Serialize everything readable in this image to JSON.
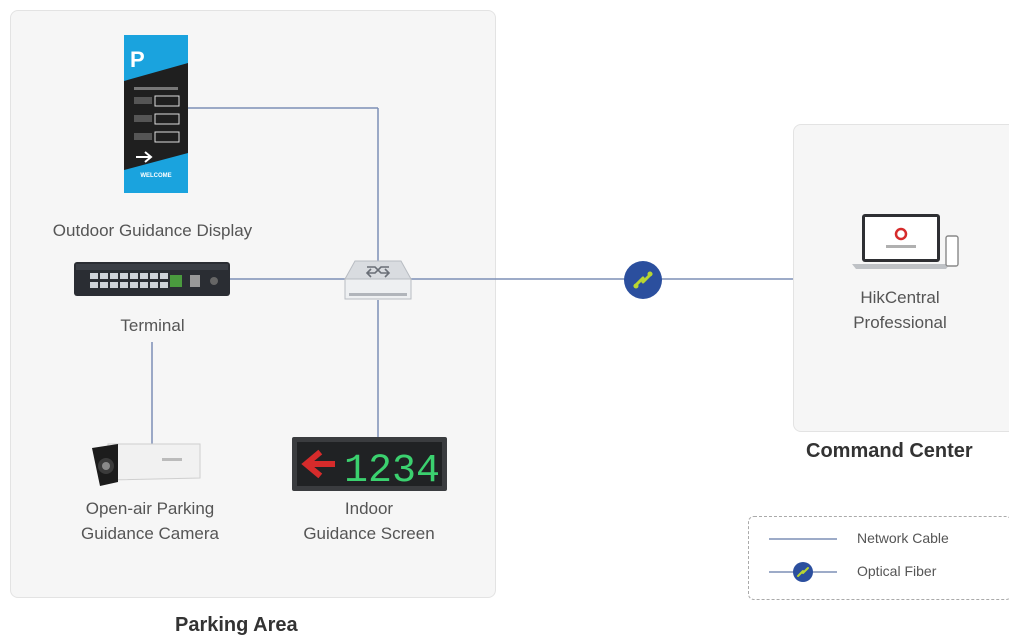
{
  "parking_area": {
    "title": "Parking Area",
    "outdoor_display": {
      "label": "Outdoor Guidance Display",
      "sign_letter": "P",
      "sign_footer": "WELCOME"
    },
    "terminal": {
      "label": "Terminal"
    },
    "camera": {
      "label_line1": "Open-air Parking",
      "label_line2": "Guidance Camera"
    },
    "indoor_screen": {
      "label_line1": "Indoor",
      "label_line2": "Guidance Screen",
      "digits": "1234"
    }
  },
  "command_center": {
    "title": "Command Center",
    "software": {
      "label_line1": "HikCentral",
      "label_line2": "Professional"
    }
  },
  "legend": {
    "network_cable": "Network Cable",
    "optical_fiber": "Optical Fiber"
  },
  "colors": {
    "cable": "#7d8fb6",
    "fiber_node": "#2b4f9e",
    "fiber_accent": "#b9d632",
    "sign_blue": "#1aa3de",
    "screen_red": "#d62b2b",
    "screen_green": "#3bd16f"
  }
}
